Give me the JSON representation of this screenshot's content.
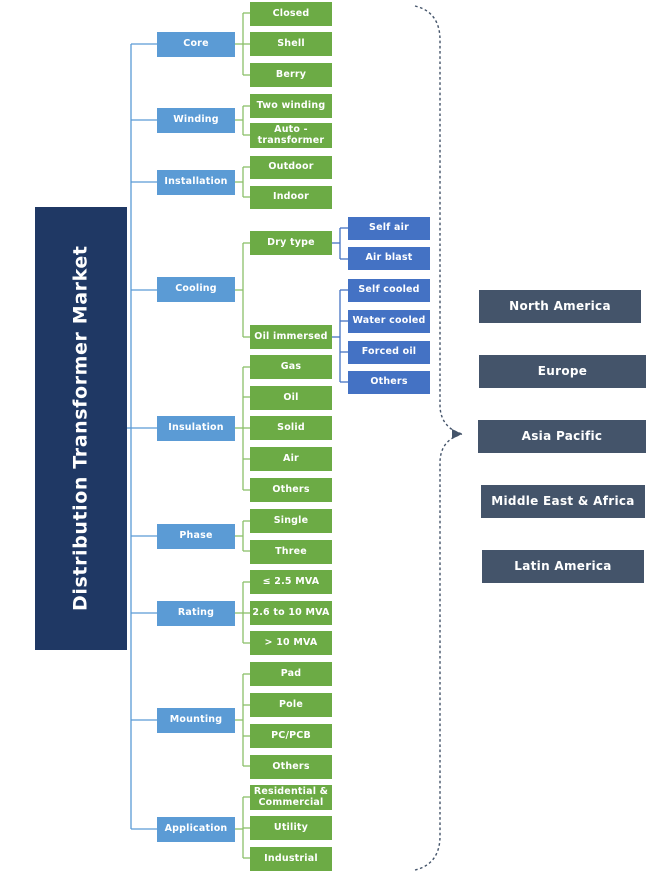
{
  "diagram": {
    "title": "Distribution Transformer Market",
    "type": "market-segmentation-tree",
    "colors": {
      "root": "#1f3864",
      "level1": "#5b9bd5",
      "level2": "#6cab45",
      "level3": "#4472c4",
      "region": "#44546a",
      "connector_blue": "#5b9bd5",
      "connector_green": "#8cbf6a",
      "bracket": "#44546a",
      "background": "#ffffff"
    },
    "segments": [
      {
        "label": "Core",
        "children": [
          {
            "label": "Closed"
          },
          {
            "label": "Shell"
          },
          {
            "label": "Berry"
          }
        ]
      },
      {
        "label": "Winding",
        "children": [
          {
            "label": "Two winding"
          },
          {
            "label": "Auto -\ntransformer"
          }
        ]
      },
      {
        "label": "Installation",
        "children": [
          {
            "label": "Outdoor"
          },
          {
            "label": "Indoor"
          }
        ]
      },
      {
        "label": "Cooling",
        "children": [
          {
            "label": "Dry type",
            "children": [
              {
                "label": "Self air"
              },
              {
                "label": "Air blast"
              }
            ]
          },
          {
            "label": "Oil immersed",
            "children": [
              {
                "label": "Self cooled"
              },
              {
                "label": "Water cooled"
              },
              {
                "label": "Forced oil"
              },
              {
                "label": "Others"
              }
            ]
          }
        ]
      },
      {
        "label": "Insulation",
        "children": [
          {
            "label": "Gas"
          },
          {
            "label": "Oil"
          },
          {
            "label": "Solid"
          },
          {
            "label": "Air"
          },
          {
            "label": "Others"
          }
        ]
      },
      {
        "label": "Phase",
        "children": [
          {
            "label": "Single"
          },
          {
            "label": "Three"
          }
        ]
      },
      {
        "label": "Rating",
        "children": [
          {
            "label": "≤ 2.5 MVA"
          },
          {
            "label": "2.6 to 10 MVA"
          },
          {
            "label": "> 10 MVA"
          }
        ]
      },
      {
        "label": "Mounting",
        "children": [
          {
            "label": "Pad"
          },
          {
            "label": "Pole"
          },
          {
            "label": "PC/PCB"
          },
          {
            "label": "Others"
          }
        ]
      },
      {
        "label": "Application",
        "children": [
          {
            "label": "Residential &\nCommercial"
          },
          {
            "label": "Utility"
          },
          {
            "label": "Industrial"
          }
        ]
      }
    ],
    "regions": [
      {
        "label": "North America"
      },
      {
        "label": "Europe"
      },
      {
        "label": "Asia Pacific"
      },
      {
        "label": "Middle East & Africa"
      },
      {
        "label": "Latin America"
      }
    ]
  }
}
